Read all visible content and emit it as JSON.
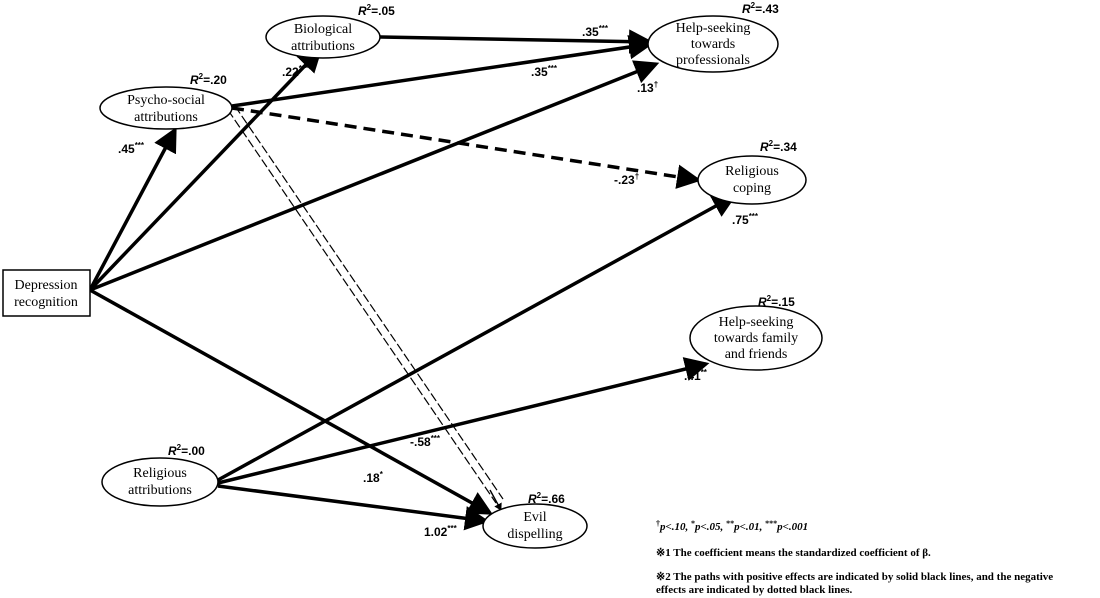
{
  "nodes": {
    "depression": {
      "lines": [
        "Depression",
        "recognition"
      ]
    },
    "psychosocial": {
      "lines": [
        "Psycho-social",
        "attributions"
      ],
      "r2_val": "=.20"
    },
    "biological": {
      "lines": [
        "Biological",
        "attributions"
      ],
      "r2_val": "=.05"
    },
    "helpprof": {
      "lines": [
        "Help-seeking",
        "towards",
        "professionals"
      ],
      "r2_val": "=.43"
    },
    "relcoping": {
      "lines": [
        "Religious",
        "coping"
      ],
      "r2_val": "=.34"
    },
    "helpfamily": {
      "lines": [
        "Help-seeking",
        "towards family",
        "and friends"
      ],
      "r2_val": "=.15"
    },
    "relattr": {
      "lines": [
        "Religious",
        "attributions"
      ],
      "r2_val": "=.00"
    },
    "evil": {
      "lines": [
        "Evil",
        "dispelling"
      ],
      "r2_val": "=.66"
    }
  },
  "r2_label": "R",
  "r2_sup": "2",
  "coefficients": {
    "dep_psy": {
      "value": ".45",
      "sig": "***"
    },
    "dep_bio": {
      "value": ".22",
      "sig": "***"
    },
    "bio_help": {
      "value": ".35",
      "sig": "***"
    },
    "psy_help": {
      "value": ".35",
      "sig": "***"
    },
    "dep_help": {
      "value": ".13",
      "sig": "†"
    },
    "psy_coping": {
      "value": "-.23",
      "sig": "†"
    },
    "rel_coping": {
      "value": ".75",
      "sig": "***"
    },
    "rel_family": {
      "value": ".41",
      "sig": "**"
    },
    "psy_evil": {
      "value": "-.58",
      "sig": "***"
    },
    "dep_evil": {
      "value": ".18",
      "sig": "*"
    },
    "rel_evil": {
      "value": "1.02",
      "sig": "***"
    }
  },
  "notes": {
    "significance": [
      {
        "sup": "†",
        "text": "p<.10, "
      },
      {
        "sup": "*",
        "text": "p<.05, "
      },
      {
        "sup": "**",
        "text": "p<.01, "
      },
      {
        "sup": "***",
        "text": "p<.001"
      }
    ],
    "note1": "※1 The coefficient means the standardized coefficient of β.",
    "note2_line1": "※2 The paths with positive effects are indicated by solid black lines, and the negative",
    "note2_line2": "effects are indicated by dotted black lines."
  }
}
